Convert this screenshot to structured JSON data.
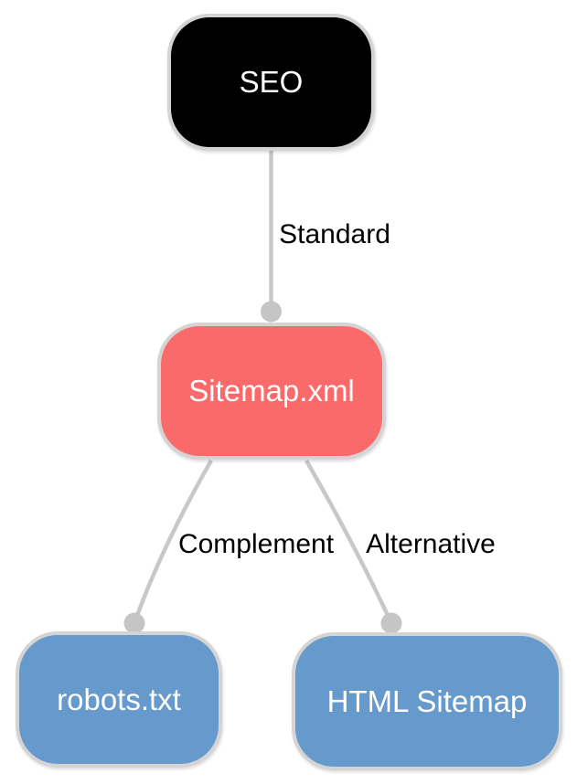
{
  "diagram": {
    "type": "tree",
    "background_color": "#ffffff",
    "nodes": [
      {
        "id": "seo",
        "label": "SEO",
        "fill": "#000000",
        "text_color": "#ffffff"
      },
      {
        "id": "sitemap_xml",
        "label": "Sitemap.xml",
        "fill": "#fb6a6a",
        "text_color": "#ffffff"
      },
      {
        "id": "robots_txt",
        "label": "robots.txt",
        "fill": "#6699cc",
        "text_color": "#ffffff"
      },
      {
        "id": "html_sitemap",
        "label": "HTML Sitemap",
        "fill": "#6699cc",
        "text_color": "#ffffff"
      }
    ],
    "edges": [
      {
        "from": "SEO",
        "to": "Sitemap.xml",
        "label": "Standard"
      },
      {
        "from": "Sitemap.xml",
        "to": "robots.txt",
        "label": "Complement"
      },
      {
        "from": "Sitemap.xml",
        "to": "HTML Sitemap",
        "label": "Alternative"
      }
    ],
    "styles": {
      "edge_color": "#c8c8c8",
      "edge_dot_color": "#c5c5c5",
      "node_border_color": "#d4d4d4",
      "edge_label_color": "#000000"
    }
  }
}
